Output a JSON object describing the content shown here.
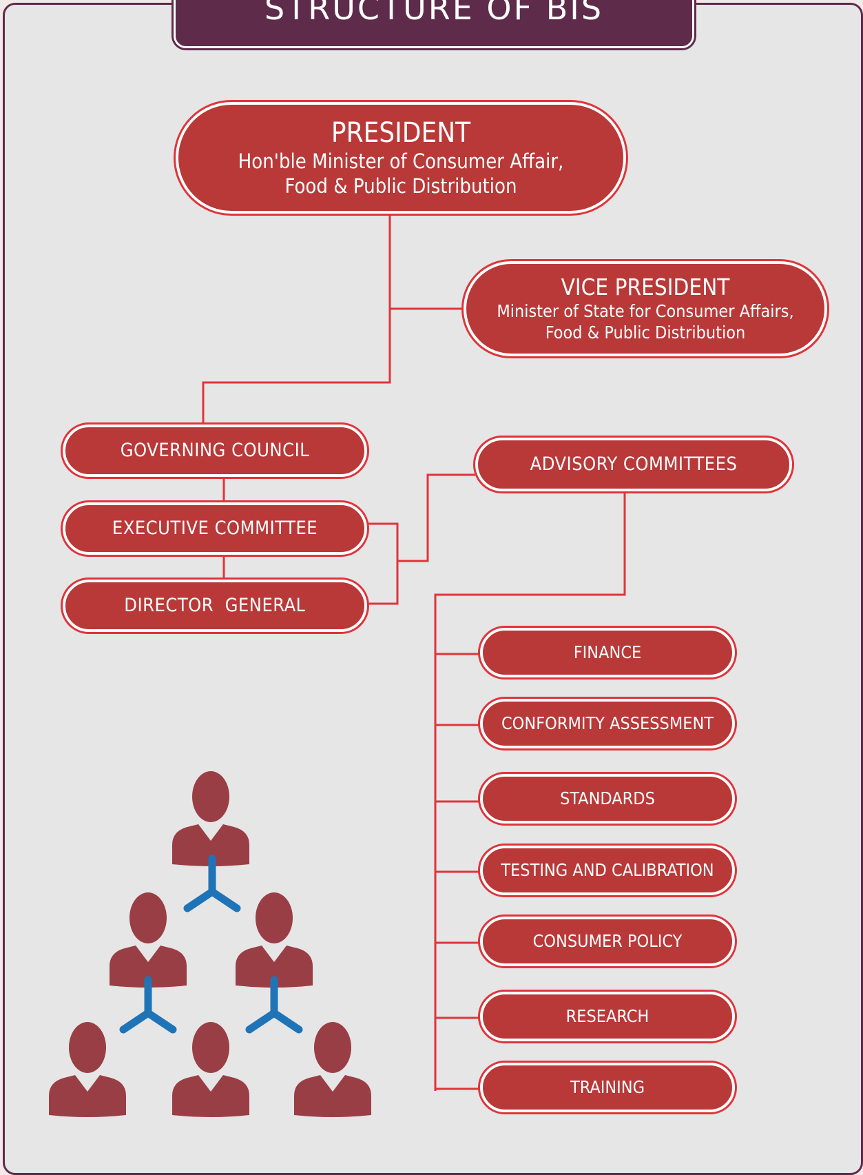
{
  "title": "STRUCTURE OF BIS",
  "president": {
    "title": "PRESIDENT",
    "line1": "Hon'ble Minister of Consumer Affair,",
    "line2": "Food & Public Distribution"
  },
  "vice_president": {
    "title": "VICE PRESIDENT",
    "line1": "Minister of State for Consumer Affairs,",
    "line2": "Food & Public Distribution"
  },
  "left_bodies": [
    "GOVERNING COUNCIL",
    "EXECUTIVE COMMITTEE",
    "DIRECTOR  GENERAL"
  ],
  "advisory": "ADVISORY COMMITTEES",
  "committees": [
    "FINANCE",
    "CONFORMITY ASSESSMENT",
    "STANDARDS",
    "TESTING AND CALIBRATION",
    "CONSUMER POLICY",
    "RESEARCH",
    "TRAINING"
  ],
  "colors": {
    "background": "#e6e6e6",
    "banner": "#5e2b4a",
    "box_fill": "#b93838",
    "box_outline": "#e0343a",
    "connector": "#e0343a",
    "people": "#9a3e45",
    "network": "#1f74b8"
  },
  "icons": [
    "people-hierarchy-icon",
    "network-link-icon"
  ]
}
